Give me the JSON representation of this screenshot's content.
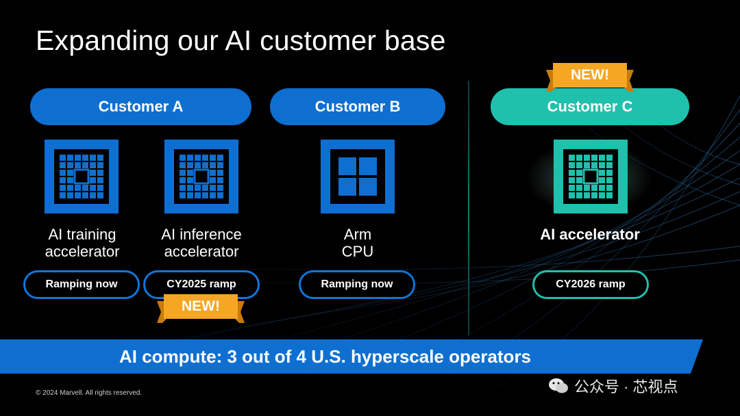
{
  "slide": {
    "title": "Expanding our AI customer base",
    "customers": [
      {
        "name": "Customer  A"
      },
      {
        "name": "Customer B"
      },
      {
        "name": "Customer C"
      }
    ],
    "products": [
      {
        "line1": "AI training",
        "line2": "accelerator",
        "status": "Ramping now"
      },
      {
        "line1": "AI inference",
        "line2": "accelerator",
        "status": "CY2025 ramp"
      },
      {
        "line1": "Arm",
        "line2": "CPU",
        "status": "Ramping now"
      },
      {
        "line1": "AI accelerator",
        "status": "CY2026 ramp"
      }
    ],
    "badges": [
      "NEW!",
      "NEW!"
    ],
    "banner": "AI compute: 3 out of 4 U.S. hyperscale operators",
    "footer": "© 2024 Marvell. All rights reserved.",
    "watermark": "公众号 · 芯视点",
    "colors": {
      "blue": "#0e6fd1",
      "teal": "#1fc1ad",
      "badge": "#f5a623"
    },
    "icons": [
      "chip-grid-icon",
      "chip-grid-icon",
      "chip-quad-icon",
      "chip-grid-icon",
      "wechat-icon"
    ]
  }
}
